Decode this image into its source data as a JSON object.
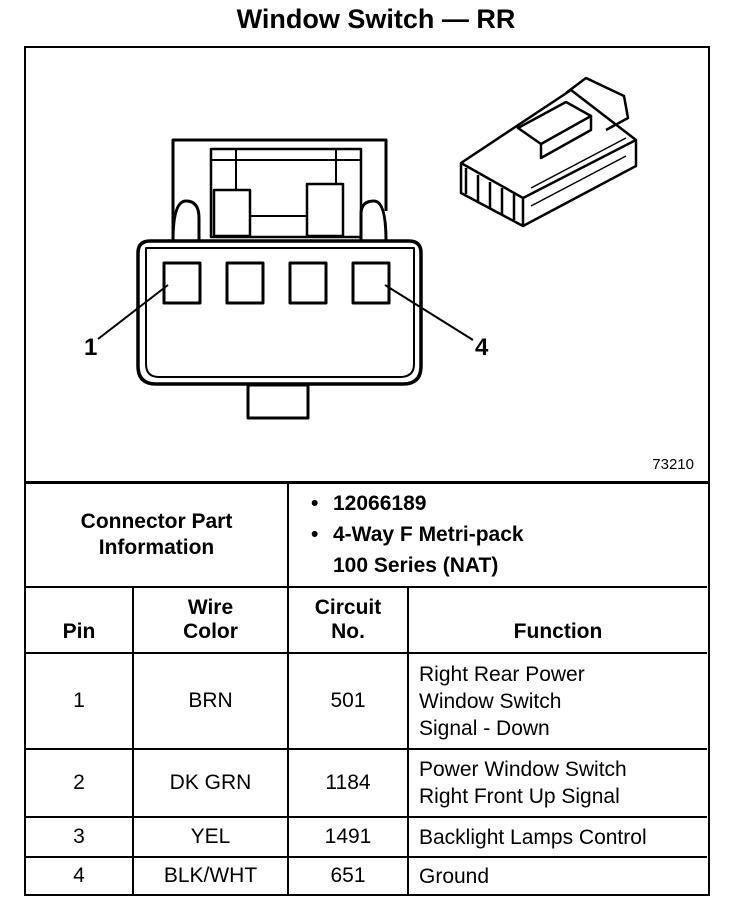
{
  "title": "Window Switch — RR",
  "figure_number": "73210",
  "pin_callouts": {
    "left": "1",
    "right": "4"
  },
  "connector_info": {
    "label_line1": "Connector Part",
    "label_line2": "Information",
    "bullet": "•",
    "part_number": "12066189",
    "desc_line1": "4-Way F Metri-pack",
    "desc_line2": "100 Series (NAT)"
  },
  "headers": {
    "pin": "Pin",
    "wire_color_line1": "Wire",
    "wire_color_line2": "Color",
    "circuit_line1": "Circuit",
    "circuit_line2": "No.",
    "function": "Function"
  },
  "rows": [
    {
      "pin": "1",
      "wire_color": "BRN",
      "circuit": "501",
      "function": [
        "Right Rear Power",
        "Window Switch",
        "Signal - Down"
      ]
    },
    {
      "pin": "2",
      "wire_color": "DK GRN",
      "circuit": "1184",
      "function": [
        "Power Window Switch",
        "Right Front Up Signal"
      ]
    },
    {
      "pin": "3",
      "wire_color": "YEL",
      "circuit": "1491",
      "function": [
        "Backlight Lamps Control"
      ]
    },
    {
      "pin": "4",
      "wire_color": "BLK/WHT",
      "circuit": "651",
      "function": [
        "Ground"
      ]
    }
  ]
}
